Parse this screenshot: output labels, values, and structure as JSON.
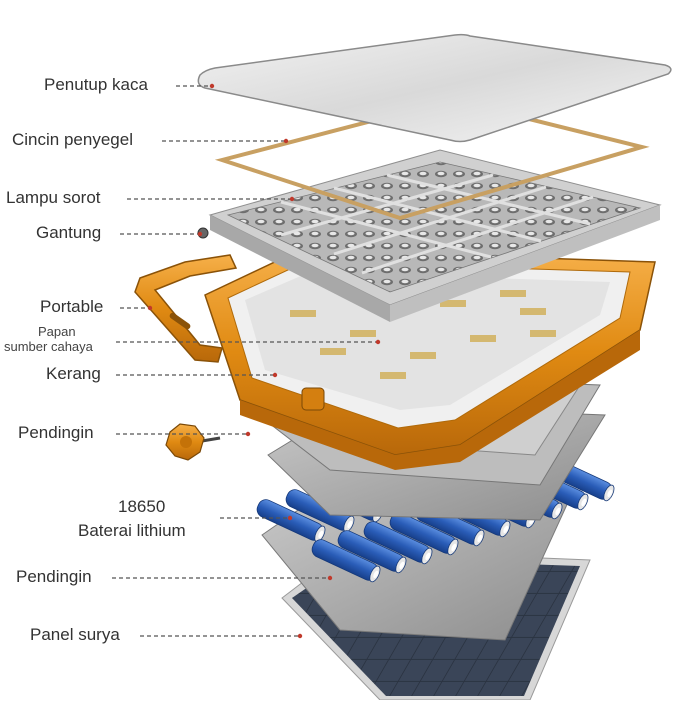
{
  "diagram": {
    "labels": {
      "glass_cover": "Penutup kaca",
      "seal_ring": "Cincin penyegel",
      "spotlight": "Lampu sorot",
      "hanging": "Gantung",
      "portable": "Portable",
      "light_source_board_1": "Papan",
      "light_source_board_2": "sumber cahaya",
      "shell": "Kerang",
      "cooler_upper": "Pendingin",
      "battery_1": "18650",
      "battery_2": "Baterai lithium",
      "cooler_lower": "Pendingin",
      "solar_panel": "Panel surya"
    },
    "colors": {
      "label_text": "#333333",
      "leader_line": "#555555",
      "leader_dot": "#c0392b",
      "shell_orange": "#e8961e",
      "glass": "#e6e6e6",
      "seal": "#c8a062",
      "reflector": "#c8c8c8",
      "battery_blue": "#2a5db8",
      "heat_sink": "#a9a9a9",
      "solar_cell": "#2b3442"
    }
  }
}
